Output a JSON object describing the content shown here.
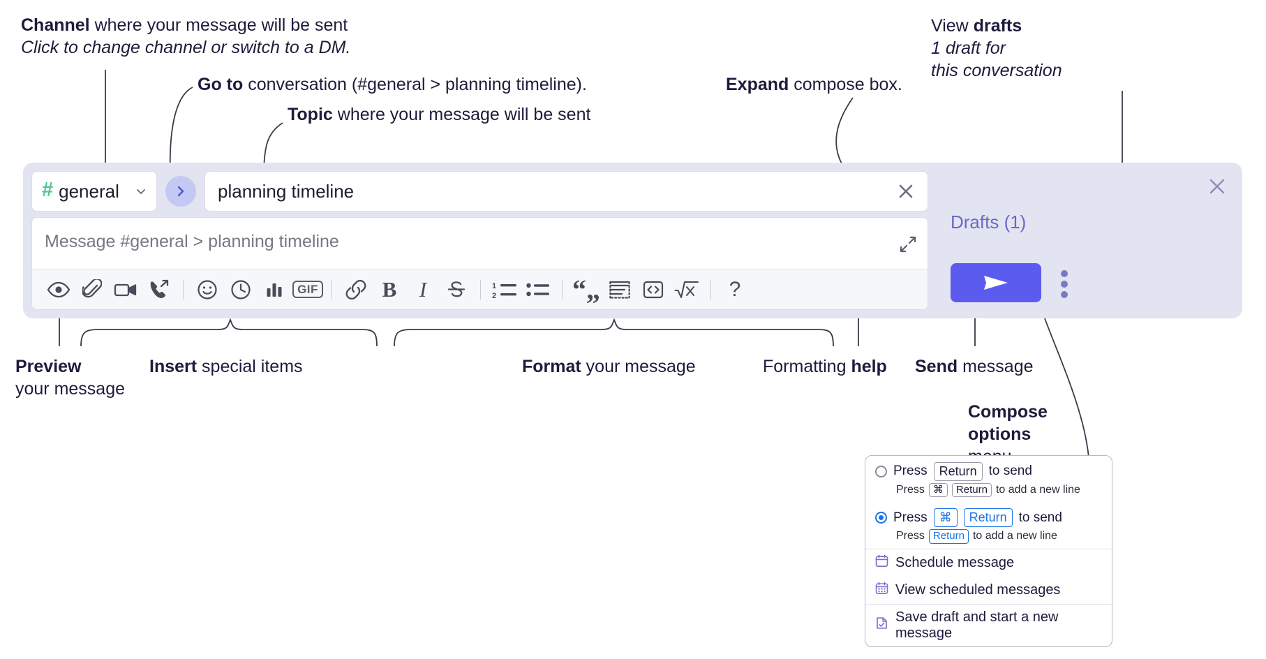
{
  "annotations": {
    "channel": {
      "bold": "Channel",
      "rest": " where your message will be sent",
      "italic": "Click to change channel or switch to a DM."
    },
    "goto": {
      "bold": "Go to",
      "rest": " conversation (#general > planning timeline)."
    },
    "topic": {
      "bold": "Topic",
      "rest": " where your message will be sent"
    },
    "expand": {
      "bold": "Expand",
      "rest": " compose box."
    },
    "drafts": {
      "rest": "View ",
      "bold": "drafts",
      "italic1": "1 draft for",
      "italic2": "this conversation"
    },
    "preview": {
      "bold": "Preview",
      "line2": "your message"
    },
    "insert": {
      "bold": "Insert",
      "rest": " special items"
    },
    "format": {
      "bold": "Format",
      "rest": " your message"
    },
    "help": {
      "rest": "Formatting ",
      "bold": "help"
    },
    "send": {
      "bold": "Send",
      "rest": " message"
    },
    "compose_options": {
      "bold1": "Compose",
      "bold2": "options",
      "rest": "menu"
    }
  },
  "compose": {
    "channel_name": "general",
    "channel_hash": "#",
    "topic_value": "planning timeline",
    "message_placeholder": "Message #general > planning timeline",
    "drafts_label": "Drafts (1)",
    "gif_label": "GIF",
    "bold_label": "B",
    "italic_label": "I",
    "help_label": "?",
    "toolbar_icons": [
      "eye-icon",
      "paperclip-icon",
      "video-camera-icon",
      "phone-forward-icon",
      "emoji-icon",
      "clock-icon",
      "poll-bar-chart-icon",
      "gif-icon",
      "link-icon",
      "bold-icon",
      "italic-icon",
      "strikethrough-icon",
      "ordered-list-icon",
      "bulleted-list-icon",
      "blockquote-icon",
      "code-block-icon",
      "inline-code-icon",
      "math-icon",
      "help-icon"
    ]
  },
  "menu": {
    "options": [
      {
        "selected": false,
        "press": "Press",
        "keys": [
          "Return"
        ],
        "tail": "to send",
        "sub_press": "Press",
        "sub_keys": [
          "⌘",
          "Return"
        ],
        "sub_tail": "to add a new line"
      },
      {
        "selected": true,
        "press": "Press",
        "keys": [
          "⌘",
          "Return"
        ],
        "tail": "to send",
        "sub_press": "Press",
        "sub_keys": [
          "Return"
        ],
        "sub_tail": "to add a new line"
      }
    ],
    "items": [
      {
        "label": "Schedule message",
        "icon": "calendar-icon"
      },
      {
        "label": "View scheduled messages",
        "icon": "calendar-grid-icon"
      },
      {
        "label": "Save draft and start a new message",
        "icon": "document-check-icon"
      }
    ]
  },
  "colors": {
    "panel_bg": "#e3e4f1",
    "send_button": "#5b5bf0",
    "hash_green": "#4ec491",
    "drafts_purple": "#6a6ac4",
    "goto_circle": "#c3c9f2",
    "radio_blue": "#1a73e8"
  }
}
